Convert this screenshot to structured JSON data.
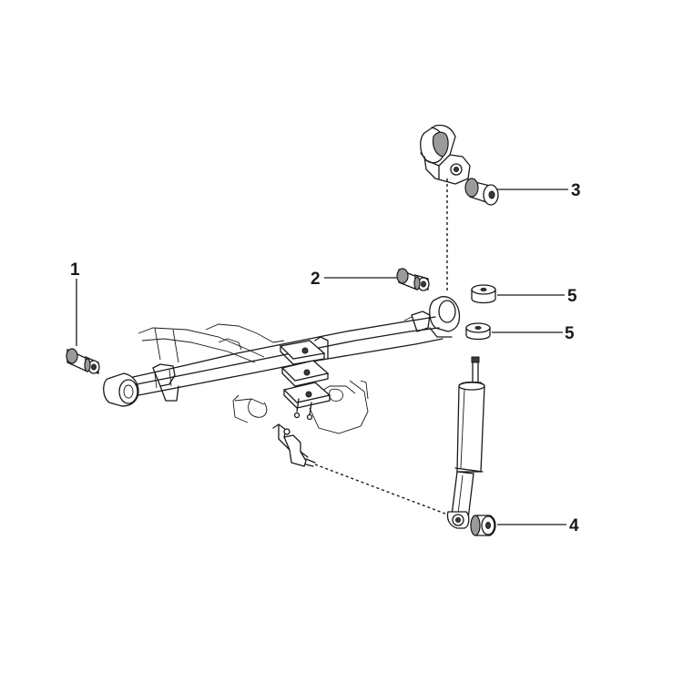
{
  "callouts": [
    {
      "label": "1"
    },
    {
      "label": "2"
    },
    {
      "label": "3"
    },
    {
      "label": "4"
    },
    {
      "label": "5"
    },
    {
      "label": "5"
    }
  ]
}
